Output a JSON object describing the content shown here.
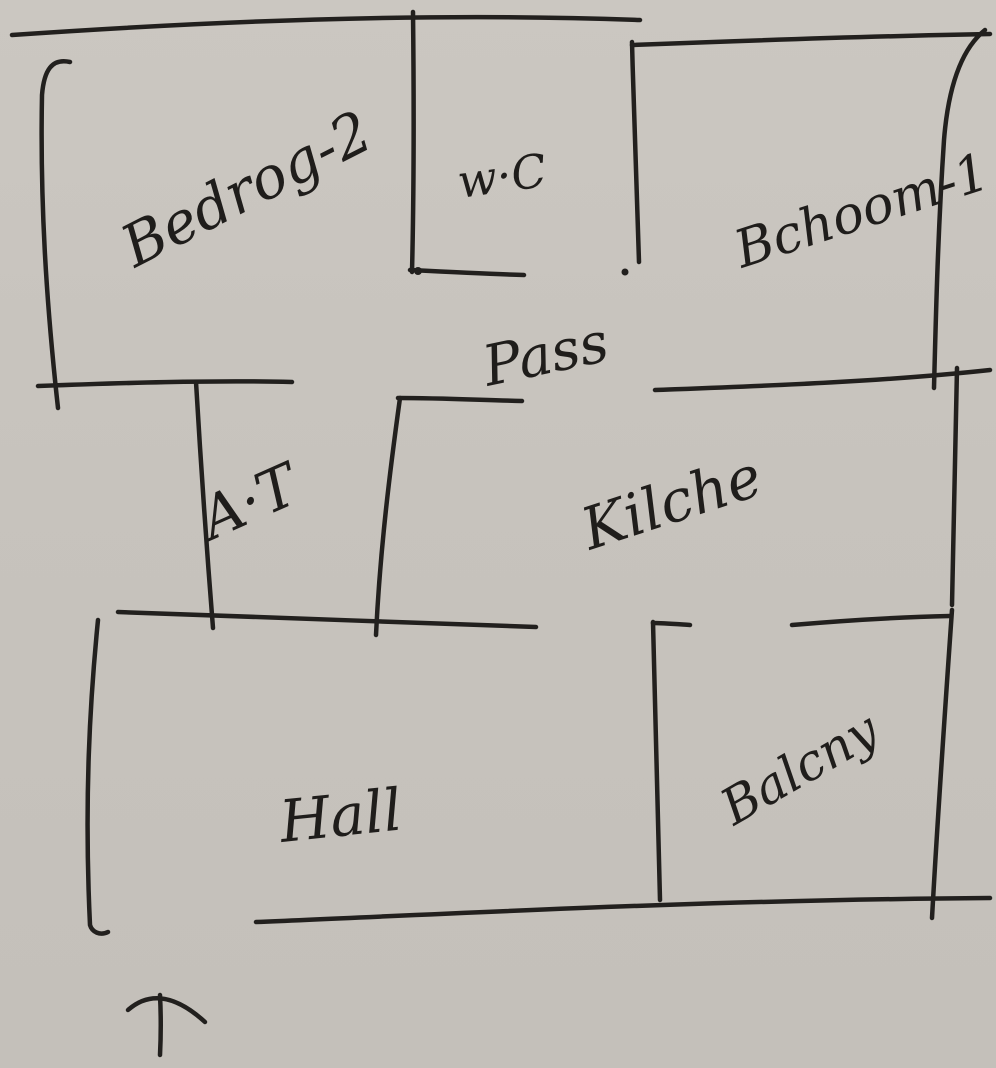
{
  "rooms": {
    "bedroom_2": "Bedrog-2",
    "wc": "w·C",
    "bedroom_1": "Bchoom-1",
    "passage": "Pass",
    "attached_toilet": "A·T",
    "kitchen": "Kilche",
    "hall": "Hall",
    "balcony": "Balcny"
  },
  "colors": {
    "ink": "#22201e",
    "paper": "#c9c5bf"
  },
  "icons": {
    "entrance": "arrow-up-icon"
  }
}
